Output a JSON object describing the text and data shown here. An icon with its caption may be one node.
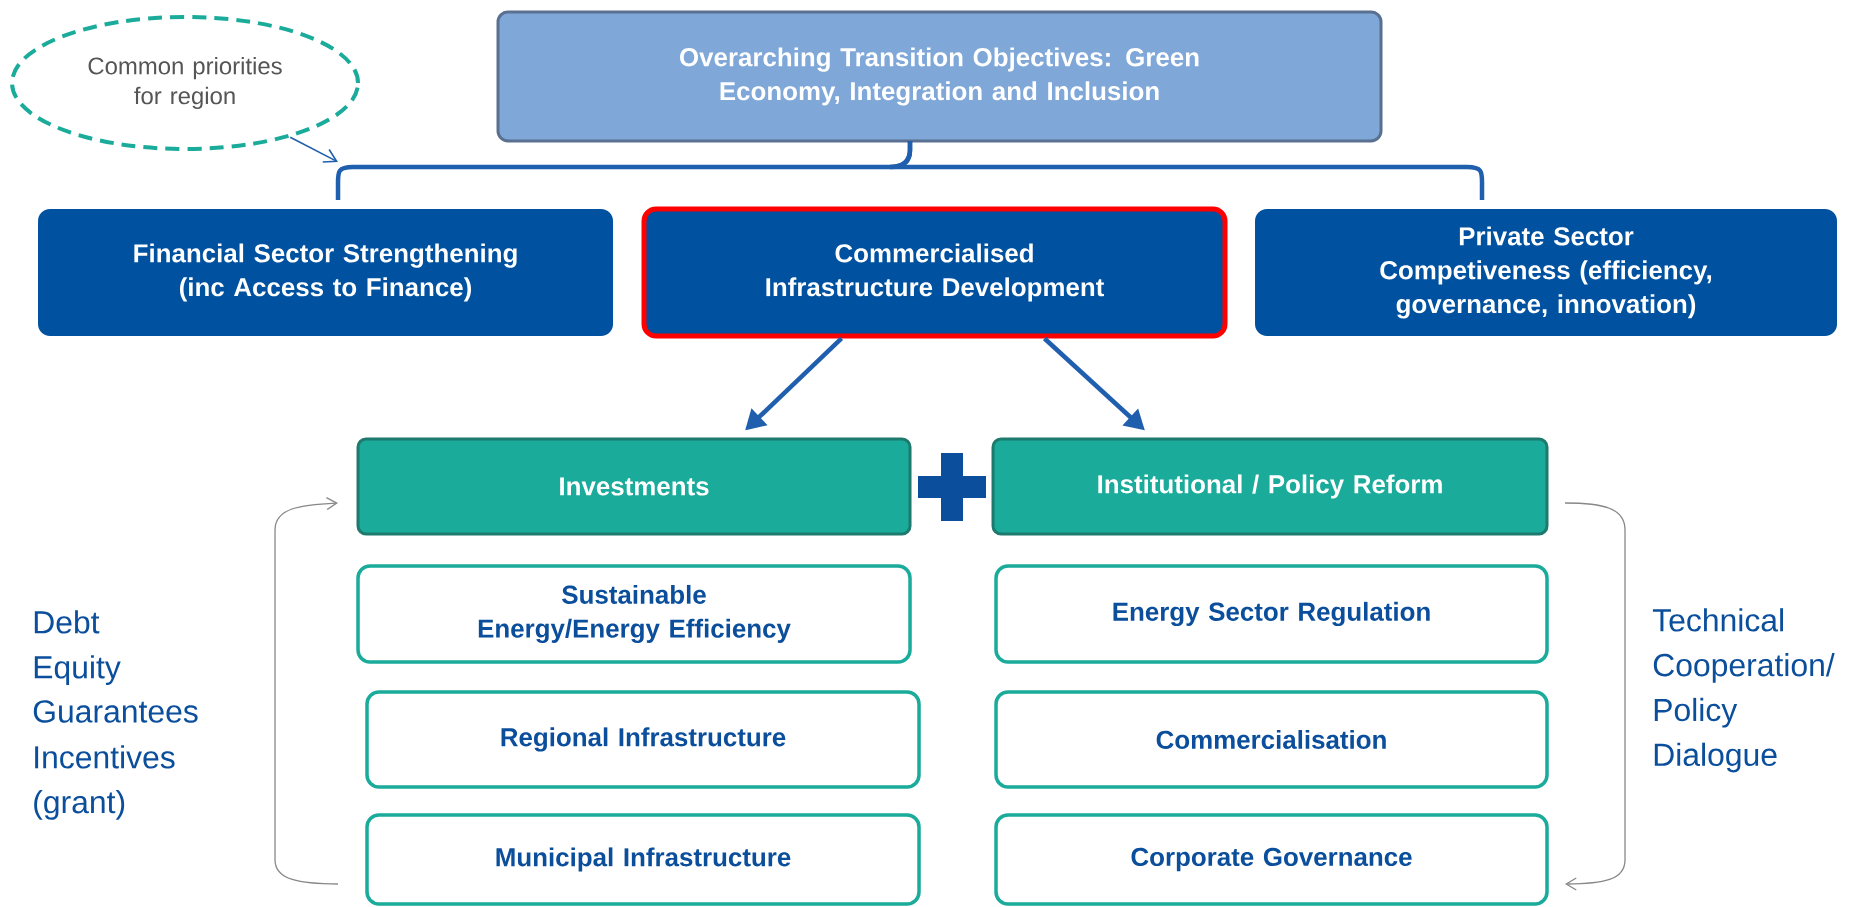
{
  "diagram": {
    "nodes": [
      {
        "text": [
          "Common priorities for region"
        ]
      },
      {
        "text": [
          "Overarching Transition Objectives: Green Economy, Integration and Inclusion"
        ]
      },
      {
        "text": [
          "Financial Sector Strengthening (inc Access to Finance)"
        ]
      },
      {
        "text": [
          "Commercialised Infrastructure Development"
        ]
      },
      {
        "text": [
          "Private Sector Competiveness (efficiency, governance, innovation)"
        ]
      },
      {
        "text": [
          "Investments"
        ]
      },
      {
        "text": [
          "Institutional / Policy Reform"
        ]
      },
      {
        "text": [
          "Sustainable Energy/Energy Efficiency"
        ]
      },
      {
        "text": [
          "Regional Infrastructure"
        ]
      },
      {
        "text": [
          "Municipal Infrastructure"
        ]
      },
      {
        "text": [
          "Energy Sector Regulation"
        ]
      },
      {
        "text": [
          "Commercialisation"
        ]
      },
      {
        "text": [
          "Corporate Governance"
        ]
      }
    ],
    "edges": [
      {
        "from": 0,
        "to": null,
        "arrow": "to"
      },
      {
        "from": 1,
        "to": 2,
        "arrow": "none"
      },
      {
        "from": 1,
        "to": 4,
        "arrow": "none"
      },
      {
        "from": 3,
        "to": 5,
        "arrow": "to"
      },
      {
        "from": 3,
        "to": 6,
        "arrow": "to"
      }
    ],
    "labels": [
      "Debt",
      "Equity",
      "Guarantees",
      "Incentives (grant)",
      "Technical Cooperation/ Policy Dialogue"
    ]
  }
}
